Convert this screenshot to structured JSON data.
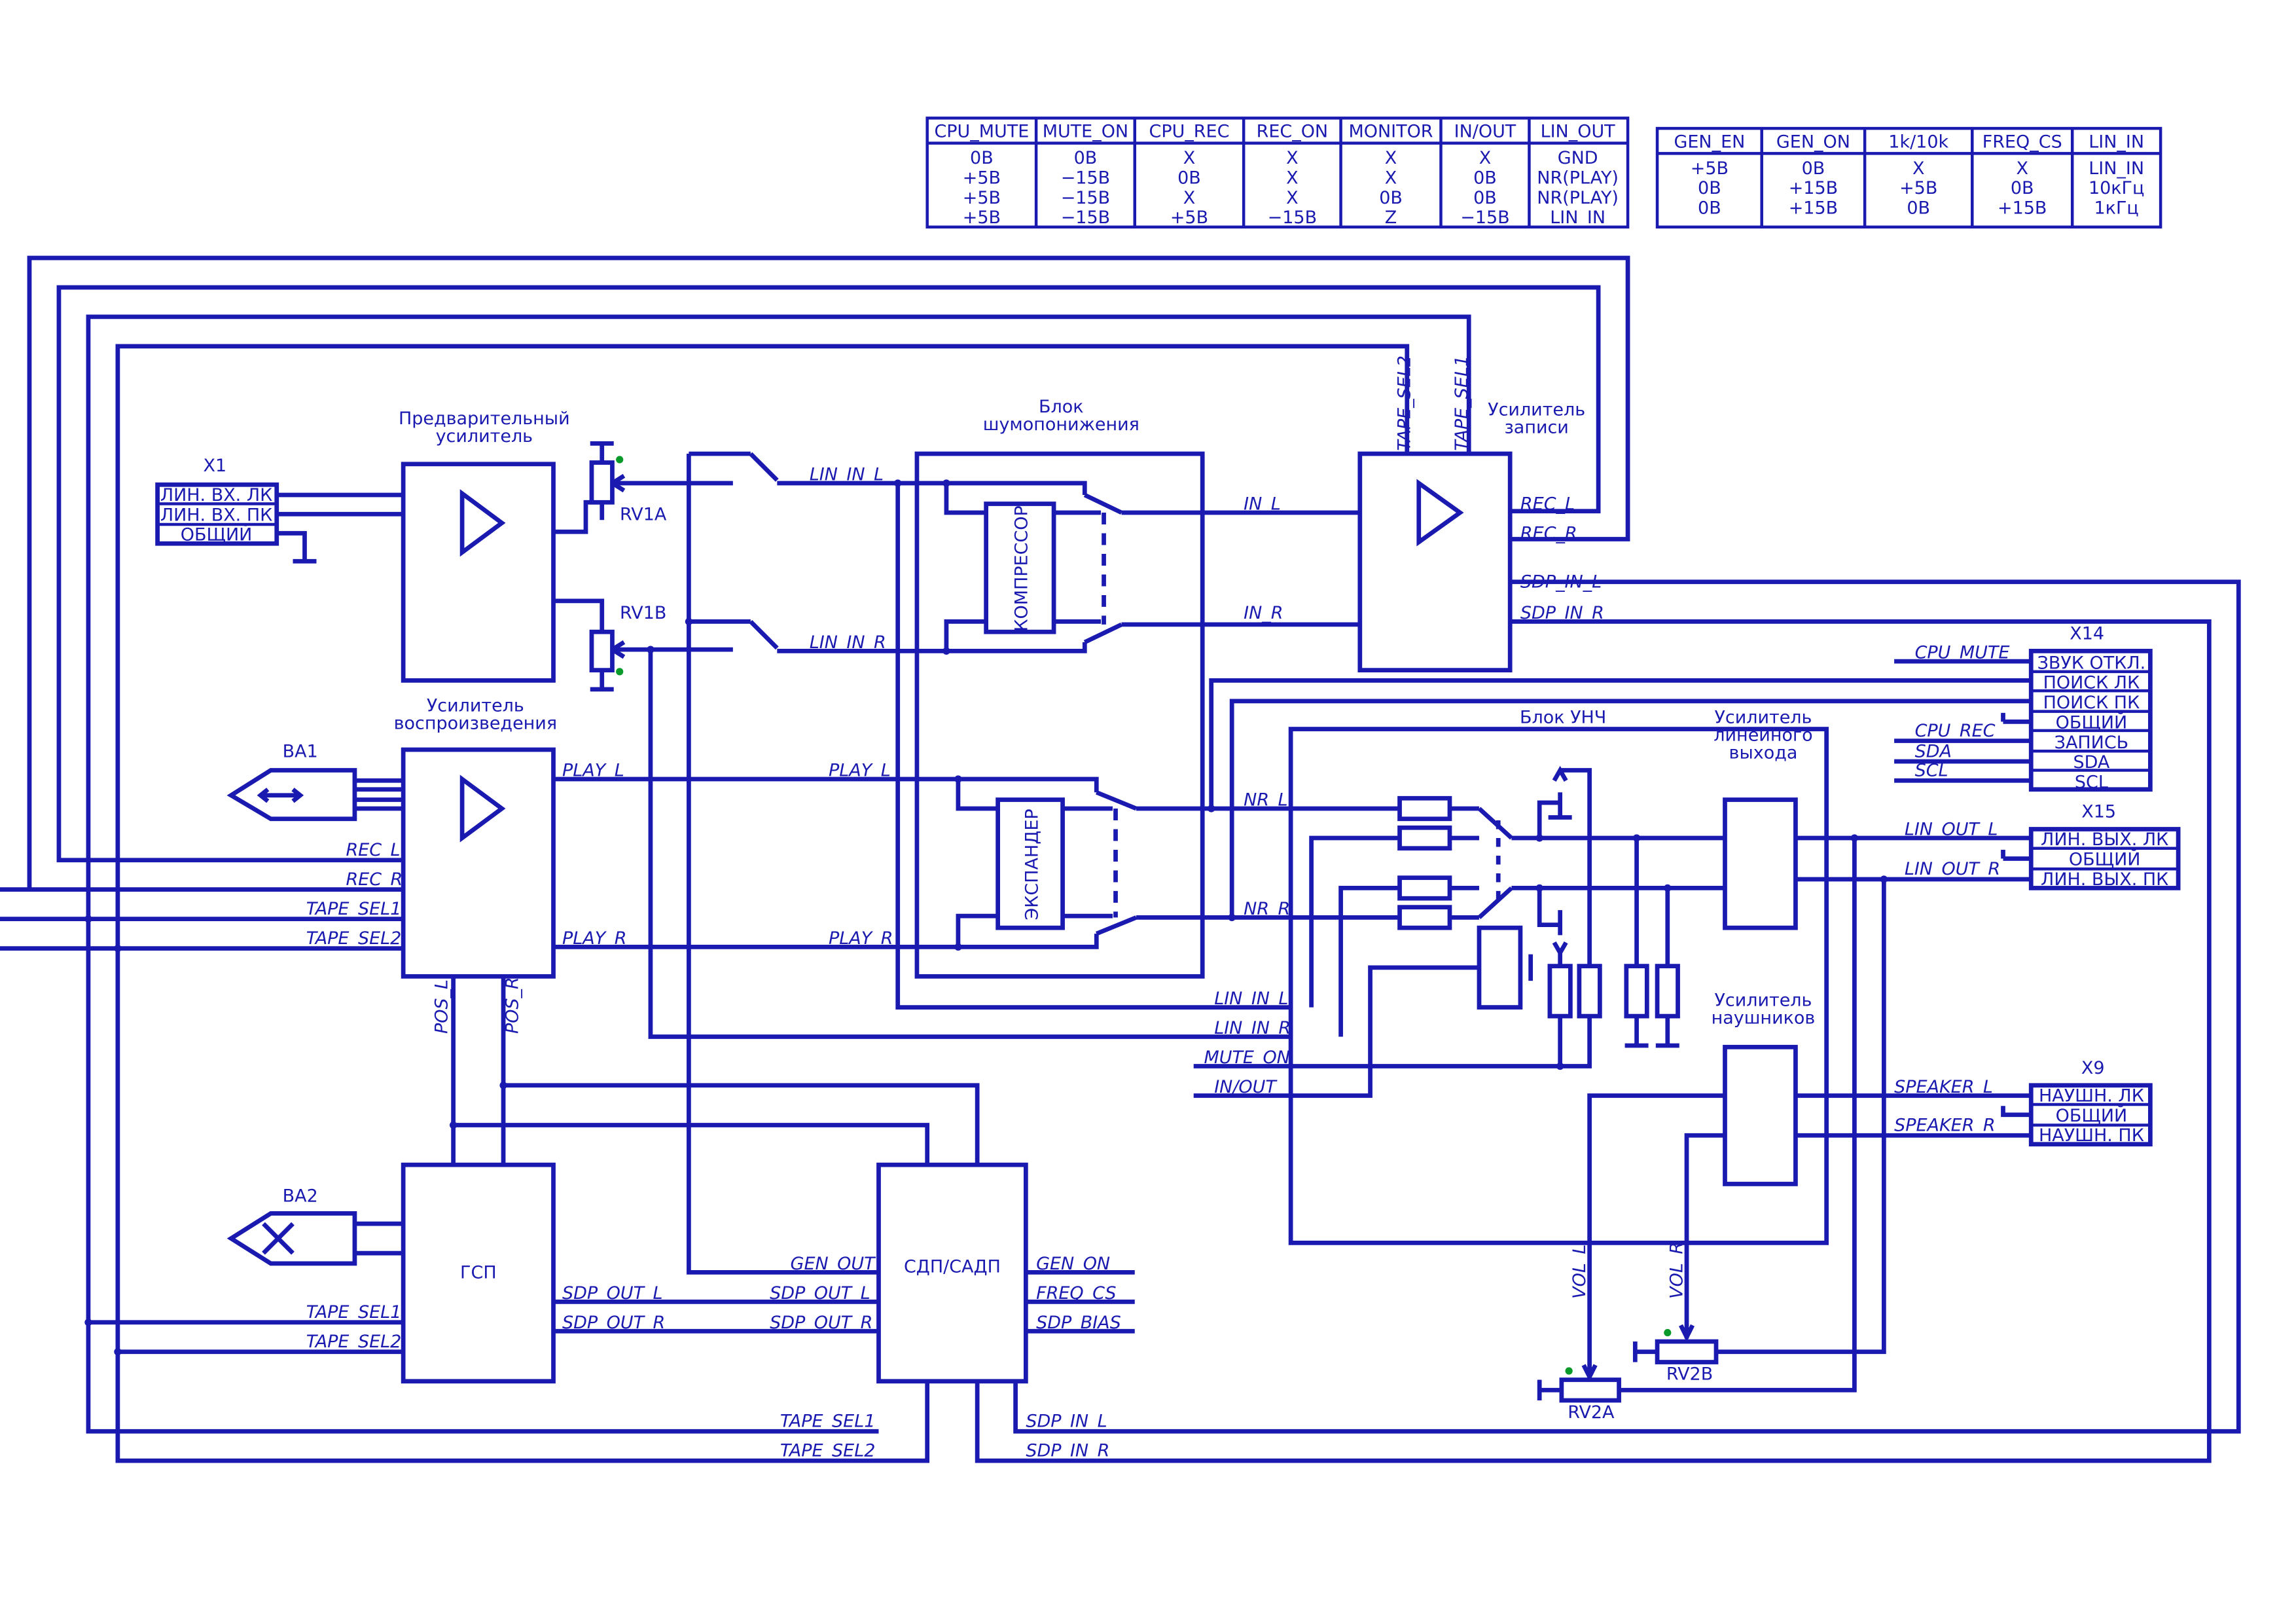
{
  "table1": {
    "headers": [
      "CPU_MUTE",
      "MUTE_ON",
      "CPU_REC",
      "REC_ON",
      "MONITOR",
      "IN/OUT",
      "LIN_OUT"
    ],
    "rows": [
      [
        "0В",
        "0В",
        "X",
        "X",
        "X",
        "X",
        "GND"
      ],
      [
        "+5В",
        "−15В",
        "0В",
        "X",
        "X",
        "0В",
        "NR(PLAY)"
      ],
      [
        "+5В",
        "−15В",
        "X",
        "X",
        "0В",
        "0В",
        "NR(PLAY)"
      ],
      [
        "+5В",
        "−15В",
        "+5В",
        "−15В",
        "Z",
        "−15В",
        "LIN_IN"
      ]
    ]
  },
  "table2": {
    "headers": [
      "GEN_EN",
      "GEN_ON",
      "1k/10k",
      "FREQ_CS",
      "LIN_IN"
    ],
    "rows": [
      [
        "+5В",
        "0В",
        "X",
        "X",
        "LIN_IN"
      ],
      [
        "0В",
        "+15В",
        "+5В",
        "0В",
        "10кГц"
      ],
      [
        "0В",
        "+15В",
        "0В",
        "+15В",
        "1кГц"
      ]
    ]
  },
  "blocks": {
    "preamp": "Предварительный\nусилитель",
    "noise_reduction": "Блок\nшумопонижения",
    "compressor": "КОМПРЕССОР",
    "expander": "ЭКСПАНДЕР",
    "rec_amp": "Усилитель\nзаписи",
    "play_amp": "Усилитель\nвоспроизведения",
    "power_block": "Блок УНЧ",
    "line_out_amp": "Усилитель\nлинейного\nвыхода",
    "phones_amp": "Усилитель\nнаушников",
    "gsp": "ГСП",
    "sdp": "СДП/САДП"
  },
  "components": {
    "x1": "X1",
    "x14": "X14",
    "x15": "X15",
    "x9": "X9",
    "ba1": "BA1",
    "ba2": "BA2",
    "rv1a": "RV1A",
    "rv1b": "RV1B",
    "rv2a": "RV2A",
    "rv2b": "RV2B"
  },
  "connectors": {
    "x1": [
      "ЛИН. ВХ. ЛК",
      "ЛИН. ВХ. ПК",
      "ОБЩИЙ"
    ],
    "x14": [
      "ЗВУК ОТКЛ.",
      "ПОИСК ЛК",
      "ПОИСК ПК",
      "ОБЩИЙ",
      "ЗАПИСЬ",
      "SDA",
      "SCL"
    ],
    "x15": [
      "ЛИН. ВЫХ. ЛК",
      "ОБЩИЙ",
      "ЛИН. ВЫХ. ПК"
    ],
    "x9": [
      "НАУШН. ЛК",
      "ОБЩИЙ",
      "НАУШН. ПК"
    ]
  },
  "nets": {
    "lin_in_l": "LIN_IN_L",
    "lin_in_r": "LIN_IN_R",
    "in_l": "IN_L",
    "in_r": "IN_R",
    "rec_l": "REC_L",
    "rec_r": "REC_R",
    "sdp_in_l": "SDP_IN_L",
    "sdp_in_r": "SDP_IN_R",
    "tape_sel1": "TAPE_SEL1",
    "tape_sel2": "TAPE_SEL2",
    "play_l": "PLAY_L",
    "play_r": "PLAY_R",
    "nr_l": "NR_L",
    "nr_r": "NR_R",
    "pos_l": "POS_L",
    "pos_r": "POS_R",
    "cpu_mute": "CPU_MUTE",
    "cpu_rec": "CPU_REC",
    "sda": "SDA",
    "scl": "SCL",
    "lin_out_l": "LIN_OUT_L",
    "lin_out_r": "LIN_OUT_R",
    "mute_on": "MUTE_ON",
    "in_out": "IN/OUT",
    "speaker_l": "SPEAKER_L",
    "speaker_r": "SPEAKER_R",
    "vol_l": "VOL_L",
    "vol_r": "VOL_R",
    "gen_out": "GEN_OUT",
    "gen_on": "GEN_ON",
    "freq_cs": "FREQ_CS",
    "sdp_bias": "SDP_BIAS",
    "sdp_out_l": "SDP_OUT_L",
    "sdp_out_r": "SDP_OUT_R"
  }
}
